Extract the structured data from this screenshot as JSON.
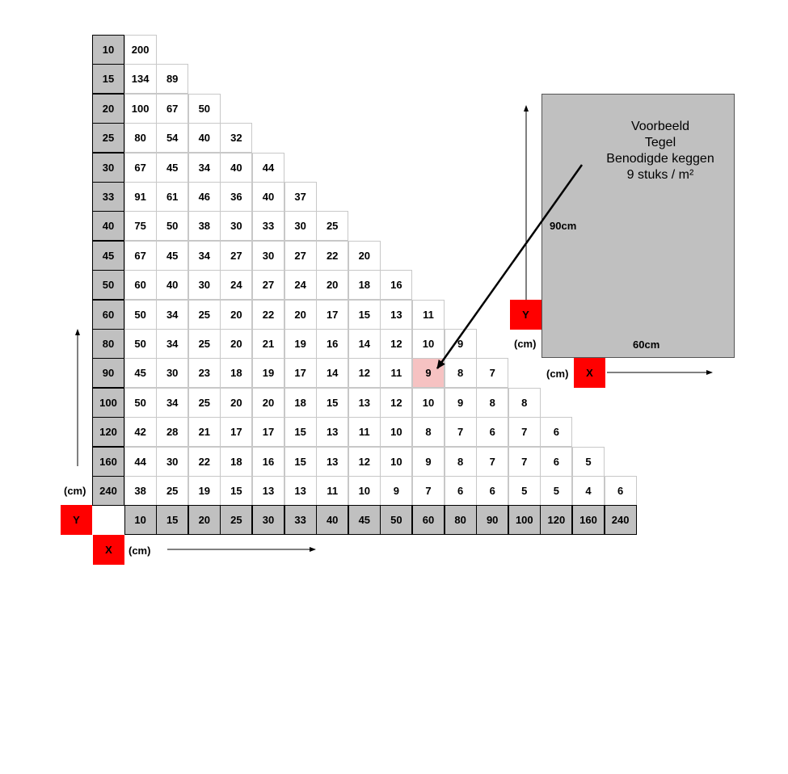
{
  "table": {
    "x_values": [
      "10",
      "15",
      "20",
      "25",
      "30",
      "33",
      "40",
      "45",
      "50",
      "60",
      "80",
      "90",
      "100",
      "120",
      "160",
      "240"
    ],
    "y_values": [
      "10",
      "15",
      "20",
      "25",
      "30",
      "33",
      "40",
      "45",
      "50",
      "60",
      "80",
      "90",
      "100",
      "120",
      "160",
      "240"
    ],
    "rows": [
      [
        "200"
      ],
      [
        "134",
        "89"
      ],
      [
        "100",
        "67",
        "50"
      ],
      [
        "80",
        "54",
        "40",
        "32"
      ],
      [
        "67",
        "45",
        "34",
        "40",
        "44"
      ],
      [
        "91",
        "61",
        "46",
        "36",
        "40",
        "37"
      ],
      [
        "75",
        "50",
        "38",
        "30",
        "33",
        "30",
        "25"
      ],
      [
        "67",
        "45",
        "34",
        "27",
        "30",
        "27",
        "22",
        "20"
      ],
      [
        "60",
        "40",
        "30",
        "24",
        "27",
        "24",
        "20",
        "18",
        "16"
      ],
      [
        "50",
        "34",
        "25",
        "20",
        "22",
        "20",
        "17",
        "15",
        "13",
        "11"
      ],
      [
        "50",
        "34",
        "25",
        "20",
        "21",
        "19",
        "16",
        "14",
        "12",
        "10",
        "9"
      ],
      [
        "45",
        "30",
        "23",
        "18",
        "19",
        "17",
        "14",
        "12",
        "11",
        "9",
        "8",
        "7"
      ],
      [
        "50",
        "34",
        "25",
        "20",
        "20",
        "18",
        "15",
        "13",
        "12",
        "10",
        "9",
        "8",
        "8"
      ],
      [
        "42",
        "28",
        "21",
        "17",
        "17",
        "15",
        "13",
        "11",
        "10",
        "8",
        "7",
        "6",
        "7",
        "6"
      ],
      [
        "44",
        "30",
        "22",
        "18",
        "16",
        "15",
        "13",
        "12",
        "10",
        "9",
        "8",
        "7",
        "7",
        "6",
        "5"
      ],
      [
        "38",
        "25",
        "19",
        "15",
        "13",
        "13",
        "11",
        "10",
        "9",
        "7",
        "6",
        "6",
        "5",
        "5",
        "4",
        "6"
      ]
    ],
    "highlight": {
      "row": 11,
      "col": 9
    }
  },
  "axes": {
    "y_unit": "(cm)",
    "x_unit": "(cm)",
    "y_label": "Y",
    "x_label": "X"
  },
  "example": {
    "lines": [
      "Voorbeeld",
      "Tegel",
      "Benodigde keggen",
      "9 stuks / m²"
    ],
    "height_label": "90cm",
    "width_label": "60cm",
    "y_label": "Y",
    "x_label": "X",
    "y_unit": "(cm)",
    "x_unit": "(cm)"
  },
  "colors": {
    "header_gray": "#c0c0c0",
    "axis_red": "#ff0000",
    "highlight_pink": "#f6c2c2",
    "tile_gray": "#c0c0c0"
  }
}
